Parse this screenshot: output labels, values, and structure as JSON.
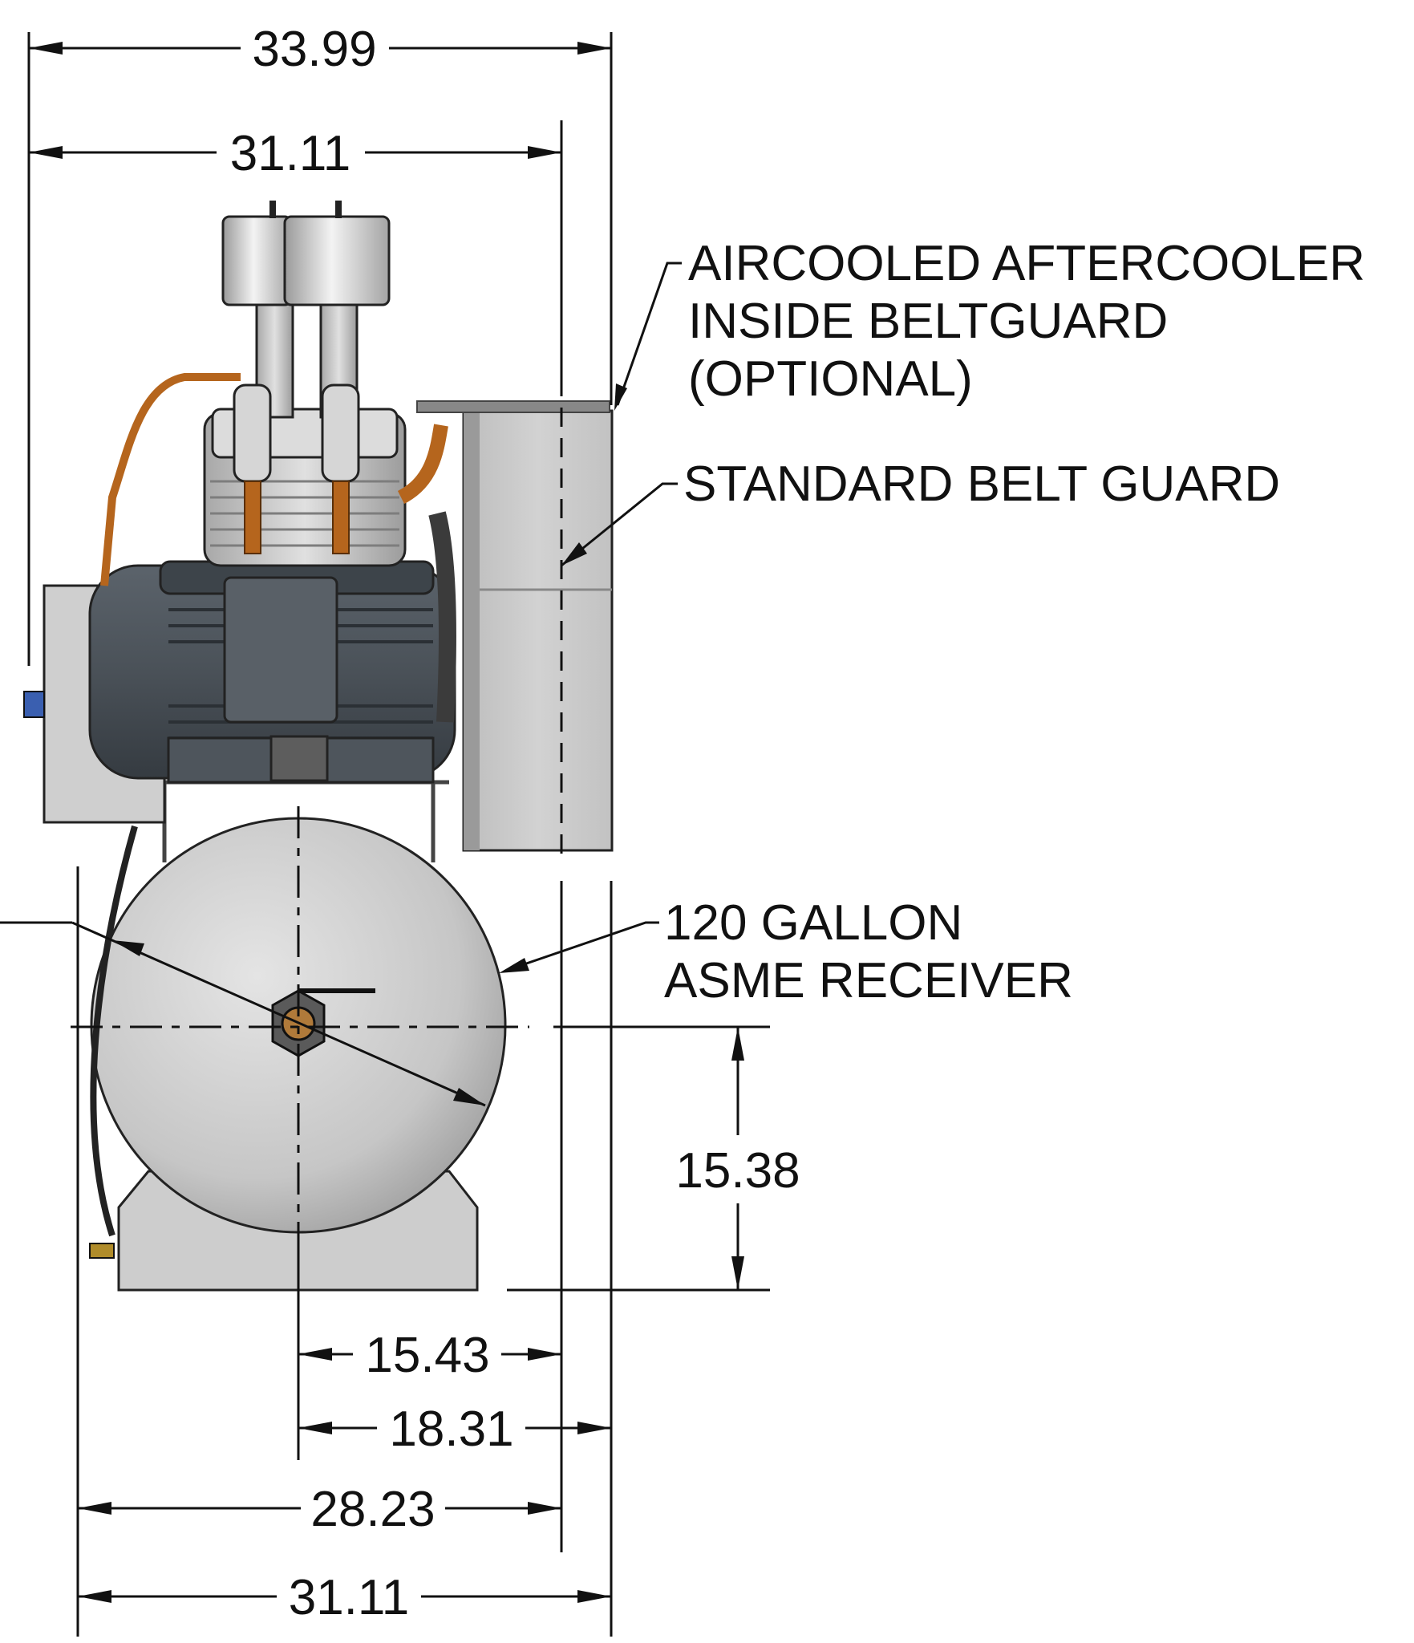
{
  "dimensions": {
    "top_overall_width": "33.99",
    "top_base_width": "31.11",
    "tank_height": "15.38",
    "center_to_guard": "15.43",
    "center_to_edge": "18.31",
    "bottom_inner_width": "28.23",
    "bottom_overall_width": "31.11"
  },
  "callouts": {
    "aftercooler": [
      "AIRCOOLED AFTERCOOLER",
      "INSIDE BELTGUARD",
      "(OPTIONAL)"
    ],
    "belt_guard": "STANDARD BELT GUARD",
    "receiver": [
      "120 GALLON",
      "ASME RECEIVER"
    ]
  },
  "colors": {
    "line": "#111111",
    "tank": "#c9c9c9",
    "motor": "#4a5158",
    "guard": "#cfcfcf",
    "copper": "#b5651d",
    "filter": "#d8d8d8"
  }
}
